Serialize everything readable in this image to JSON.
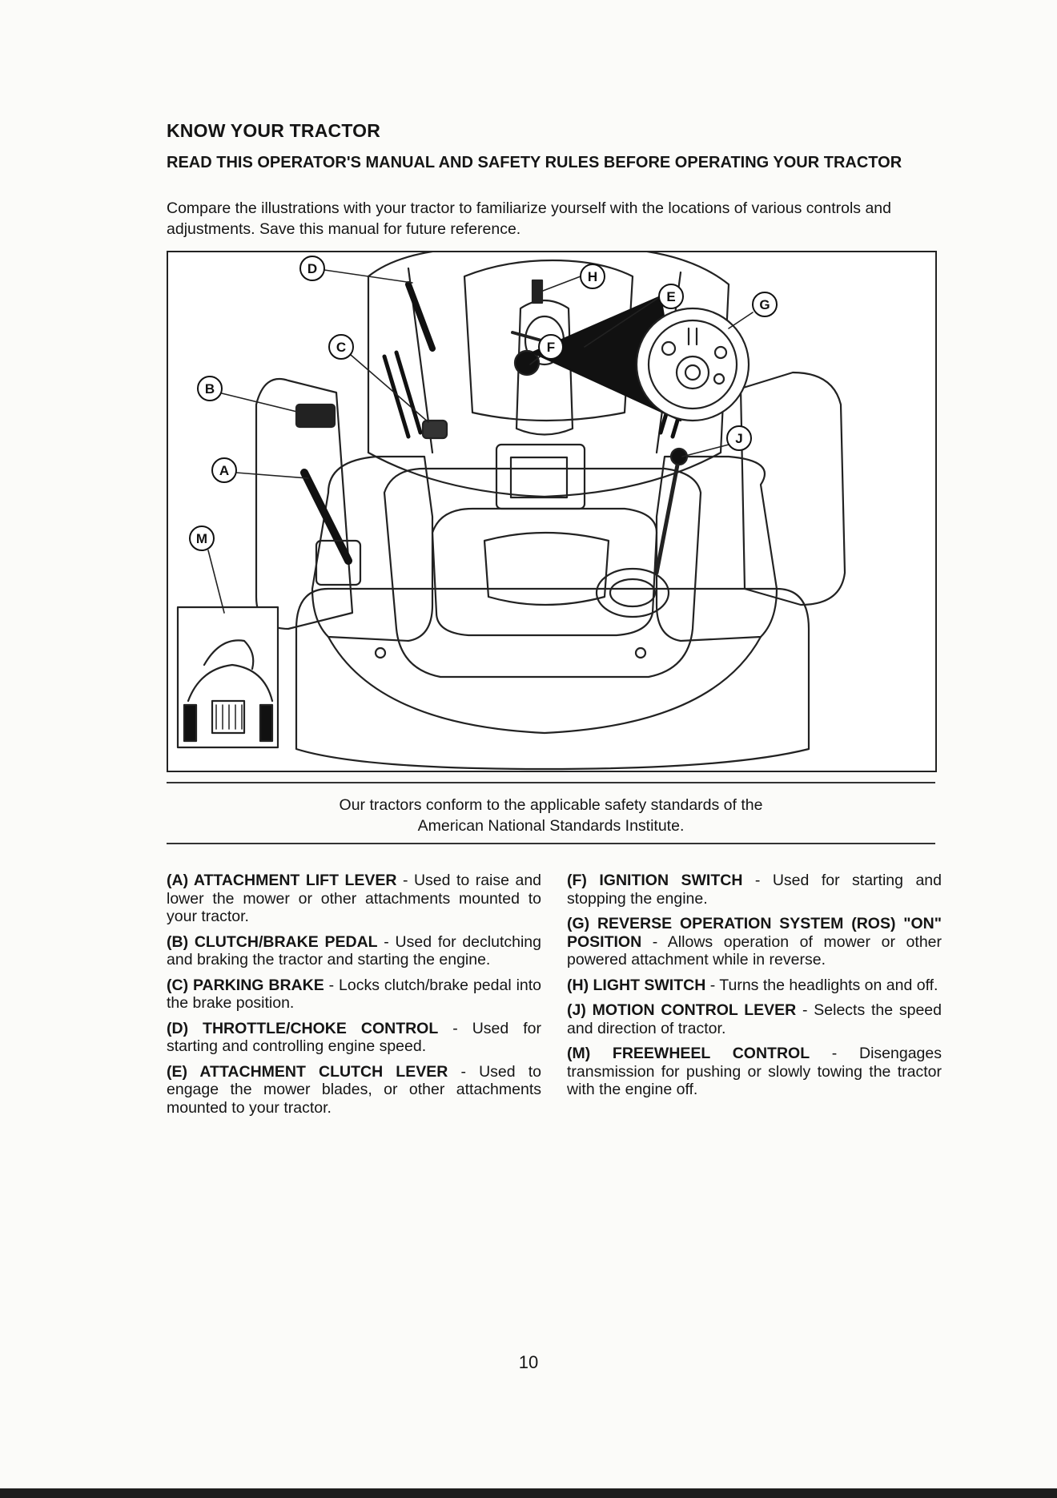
{
  "header": {
    "title": "KNOW YOUR TRACTOR",
    "subtitle": "READ THIS OPERATOR'S MANUAL AND SAFETY RULES BEFORE OPERATING YOUR TRACTOR",
    "intro": "Compare the illustrations with your tractor to familiarize yourself with the locations of various controls and adjustments. Save this manual for future reference."
  },
  "figure": {
    "callouts": [
      "D",
      "H",
      "E",
      "G",
      "C",
      "F",
      "B",
      "J",
      "A",
      "M"
    ]
  },
  "caption": {
    "line1": "Our tractors conform to the applicable safety standards of the",
    "line2": "American National Standards Institute."
  },
  "controls_left": [
    {
      "label": "(A) ATTACHMENT LIFT LEVER",
      "desc": " - Used to raise and lower the mower or other attachments mounted to your tractor."
    },
    {
      "label": "(B) CLUTCH/BRAKE PEDAL",
      "desc": " - Used for declutching and braking the tractor and starting the engine."
    },
    {
      "label": "(C) PARKING BRAKE",
      "desc": " - Locks clutch/brake pedal into the brake position."
    },
    {
      "label": "(D) THROTTLE/CHOKE CONTROL",
      "desc": " - Used for starting and controlling engine speed."
    },
    {
      "label": "(E) ATTACHMENT CLUTCH LEVER",
      "desc": " - Used to engage the mower blades, or other attachments mounted to your tractor."
    }
  ],
  "controls_right": [
    {
      "label": "(F) IGNITION SWITCH",
      "desc": " - Used for starting and stopping the engine."
    },
    {
      "label": "(G) REVERSE OPERATION SYSTEM (ROS) \"ON\" POSITION",
      "desc": " - Allows operation of mower or other powered attachment while in reverse."
    },
    {
      "label": "(H) LIGHT SWITCH",
      "desc": " - Turns the headlights on and off."
    },
    {
      "label": "(J) MOTION CONTROL LEVER",
      "desc": " - Selects the speed and direction of tractor."
    },
    {
      "label": "(M) FREEWHEEL CONTROL",
      "desc": " - Disengages transmission for pushing or slowly towing the tractor with the engine off."
    }
  ],
  "footer": {
    "page_number": "10"
  }
}
